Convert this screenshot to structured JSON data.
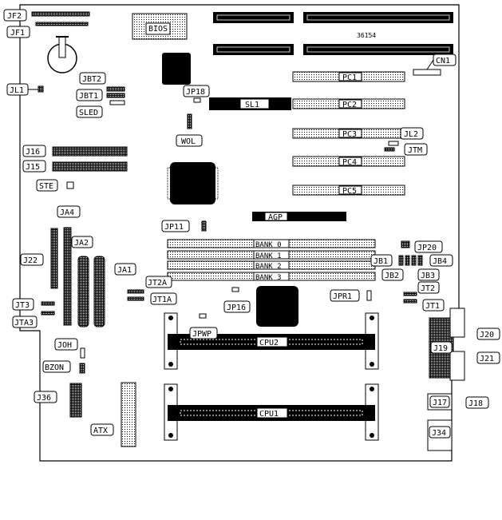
{
  "title": "36154",
  "labels": {
    "bios": "BIOS",
    "cn1": "CN1",
    "jf2": "JF2",
    "jf1": "JF1",
    "jl1": "JL1",
    "jbt2": "JBT2",
    "jbt1": "JBT1",
    "sled": "SLED",
    "jp18": "JP18",
    "sl1": "SL1",
    "wol": "WOL",
    "pc1": "PC1",
    "pc2": "PC2",
    "pc3": "PC3",
    "pc4": "PC4",
    "pc5": "PC5",
    "jl2": "JL2",
    "jtm": "JTM",
    "j16": "J16",
    "j15": "J15",
    "ste": "STE",
    "ja4": "JA4",
    "ja2": "JA2",
    "ja1": "JA1",
    "j22": "J22",
    "agp": "AGP",
    "jp11": "JP11",
    "bank0": "BANK 0",
    "bank1": "BANK 1",
    "bank2": "BANK 2",
    "bank3": "BANK 3",
    "jp20": "JP20",
    "jb1": "JB1",
    "jb4": "JB4",
    "jb2": "JB2",
    "jb3": "JB3",
    "jt2a": "JT2A",
    "jt1a": "JT1A",
    "jp16": "JP16",
    "jpr1": "JPR1",
    "jt2": "JT2",
    "jt1": "JT1",
    "jt3": "JT3",
    "jta3": "JTA3",
    "jpwp": "JPWP",
    "cpu2": "CPU2",
    "j20": "J20",
    "j19": "J19",
    "j21": "J21",
    "joh": "JOH",
    "bzon": "BZON",
    "j36": "J36",
    "cpu1": "CPU1",
    "j17": "J17",
    "j18": "J18",
    "atx": "ATX",
    "j34": "J34"
  }
}
